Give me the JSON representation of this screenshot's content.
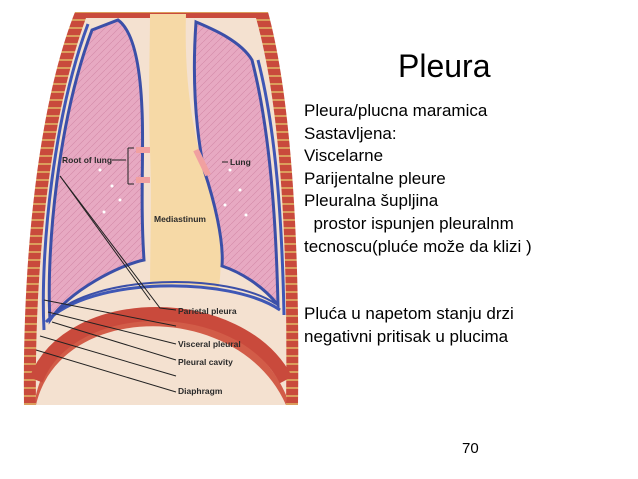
{
  "slide": {
    "title": "Pleura",
    "lines": [
      "Pleura/plucna maramica",
      "Sastavljena:",
      "Viscelarne",
      "Parijentalne pleure",
      "Pleuralna šupljina",
      "  prostor ispunjen pleuralnm",
      "tecnoscu(pluće može da klizi )"
    ],
    "lines2": [
      "Pluća u napetom stanju drzi",
      "negativni pritisak u plucima"
    ],
    "page_number": "70"
  },
  "figure": {
    "labels": {
      "root_of_lung": "Root of lung",
      "lung": "Lung",
      "mediastinum": "Mediastinum",
      "parietal_pleura": "Parietal pleura",
      "visceral_pleura": "Visceral pleural",
      "pleural_cavity": "Pleural cavity",
      "diaphragm": "Diaphragm"
    },
    "colors": {
      "lung": "#e7a9c2",
      "mediastinum": "#f6d9a6",
      "visceral_pleura": "#3b4fa8",
      "parietal_pleura": "#3f57b5",
      "chest_wall": "#c94a3c",
      "diaphragm": "#d25c48"
    }
  }
}
